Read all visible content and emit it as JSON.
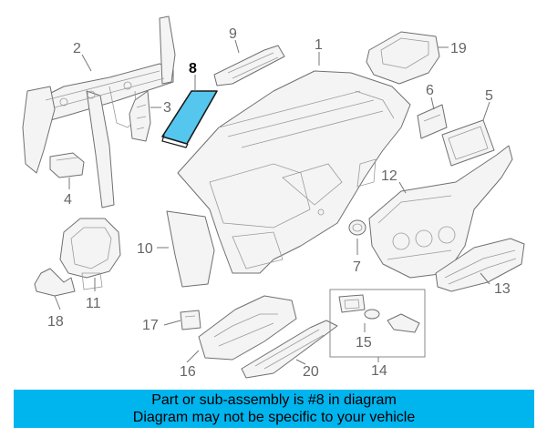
{
  "diagram": {
    "highlight_color": "#55c6ee",
    "callouts": {
      "c1": "1",
      "c2": "2",
      "c3": "3",
      "c4": "4",
      "c5": "5",
      "c6": "6",
      "c7": "7",
      "c8": "8",
      "c9": "9",
      "c10": "10",
      "c11": "11",
      "c12": "12",
      "c13": "13",
      "c14": "14",
      "c15": "15",
      "c16": "16",
      "c17": "17",
      "c18": "18",
      "c19": "19",
      "c20": "20"
    }
  },
  "banner": {
    "line1": "Part or sub-assembly is #8 in diagram",
    "line2": "Diagram may not be specific to your vehicle",
    "color": "#00b4ee"
  }
}
